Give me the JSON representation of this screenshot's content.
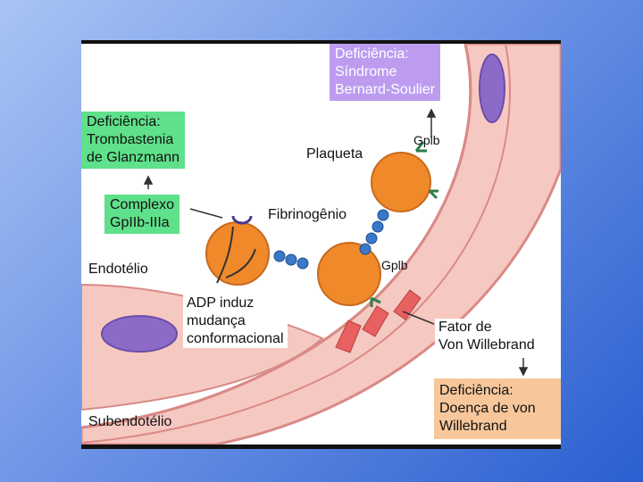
{
  "labels": {
    "sindrome": "Deficiência:\nSíndrome\nBernard-Soulier",
    "trombastenia": "Deficiência:\nTrombastenia\nde Glanzmann",
    "complexo": "Complexo\nGpIIb-IIIa",
    "plaqueta": "Plaqueta",
    "fibrinogenio": "Fibrinogênio",
    "endotelio": "Endotélio",
    "gplb_top": "Gplb",
    "gplb_mid": "Gplb",
    "adp": "ADP induz\nmudança\nconformacional",
    "fator": "Fator de\nVon Willebrand",
    "subendotelio": "Subendotélio",
    "vonwillebrand": "Deficiência:\nDoença de von\nWillebrand"
  },
  "colors": {
    "green_box": "#5fe08a",
    "purple_box": "#bd9cf0",
    "peach_box": "#f7c79b",
    "platelet": "#f0892a",
    "vessel": "#f6c8c2",
    "vessel_edge": "#d98a86",
    "nucleus": "#8c6bc8",
    "vwf": "#e86060",
    "fibrinogen": "#3a78c8"
  }
}
